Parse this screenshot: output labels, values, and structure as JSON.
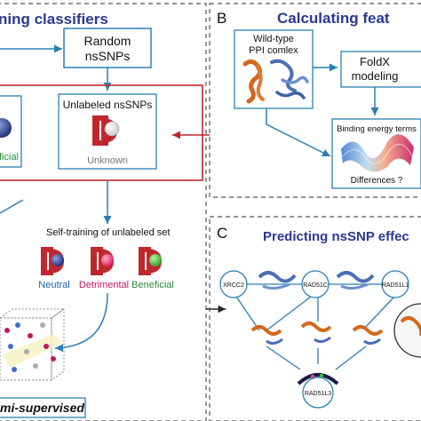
{
  "panel_a": {
    "title": "ning classifiers",
    "random_box": {
      "line1": "Random",
      "line2": "nsSNPs"
    },
    "unlabeled": {
      "title": "Unlabeled nsSNPs",
      "caption": "Unknown"
    },
    "left_partial_label": "ficial",
    "self_training": {
      "title": "Self-training of unlabeled set",
      "items": [
        {
          "label": "Neutral",
          "color": "#1a62b0",
          "dot": "#1f2b7a"
        },
        {
          "label": "Detrimental",
          "color": "#c2185b",
          "dot": "#e8477a"
        },
        {
          "label": "Beneficial",
          "color": "#2e8b3a",
          "dot": "#3ebd3a"
        }
      ]
    },
    "bottom_label": "mi-supervised"
  },
  "panel_b": {
    "letter": "B",
    "title": "Calculating feat",
    "wildtype": {
      "line1": "Wild-type",
      "line2": "PPI comlex"
    },
    "foldx": {
      "line1": "FoldX",
      "line2": "modeling"
    },
    "energy": {
      "title": "Binding energy terms",
      "caption": "Differences ?"
    }
  },
  "panel_c": {
    "letter": "C",
    "title": "Predicting nsSNP effec",
    "nodes": [
      "XRCC2",
      "RAD51C",
      "RAD51L1",
      "RAD51L3"
    ]
  },
  "colors": {
    "dashed_border": "#555555",
    "panel_title": "#2a3990",
    "arrow_blue": "#2a7fb5",
    "red_frame": "#c0272d",
    "protein_orange": "#d2691e",
    "protein_blue": "#4a6fb5"
  }
}
